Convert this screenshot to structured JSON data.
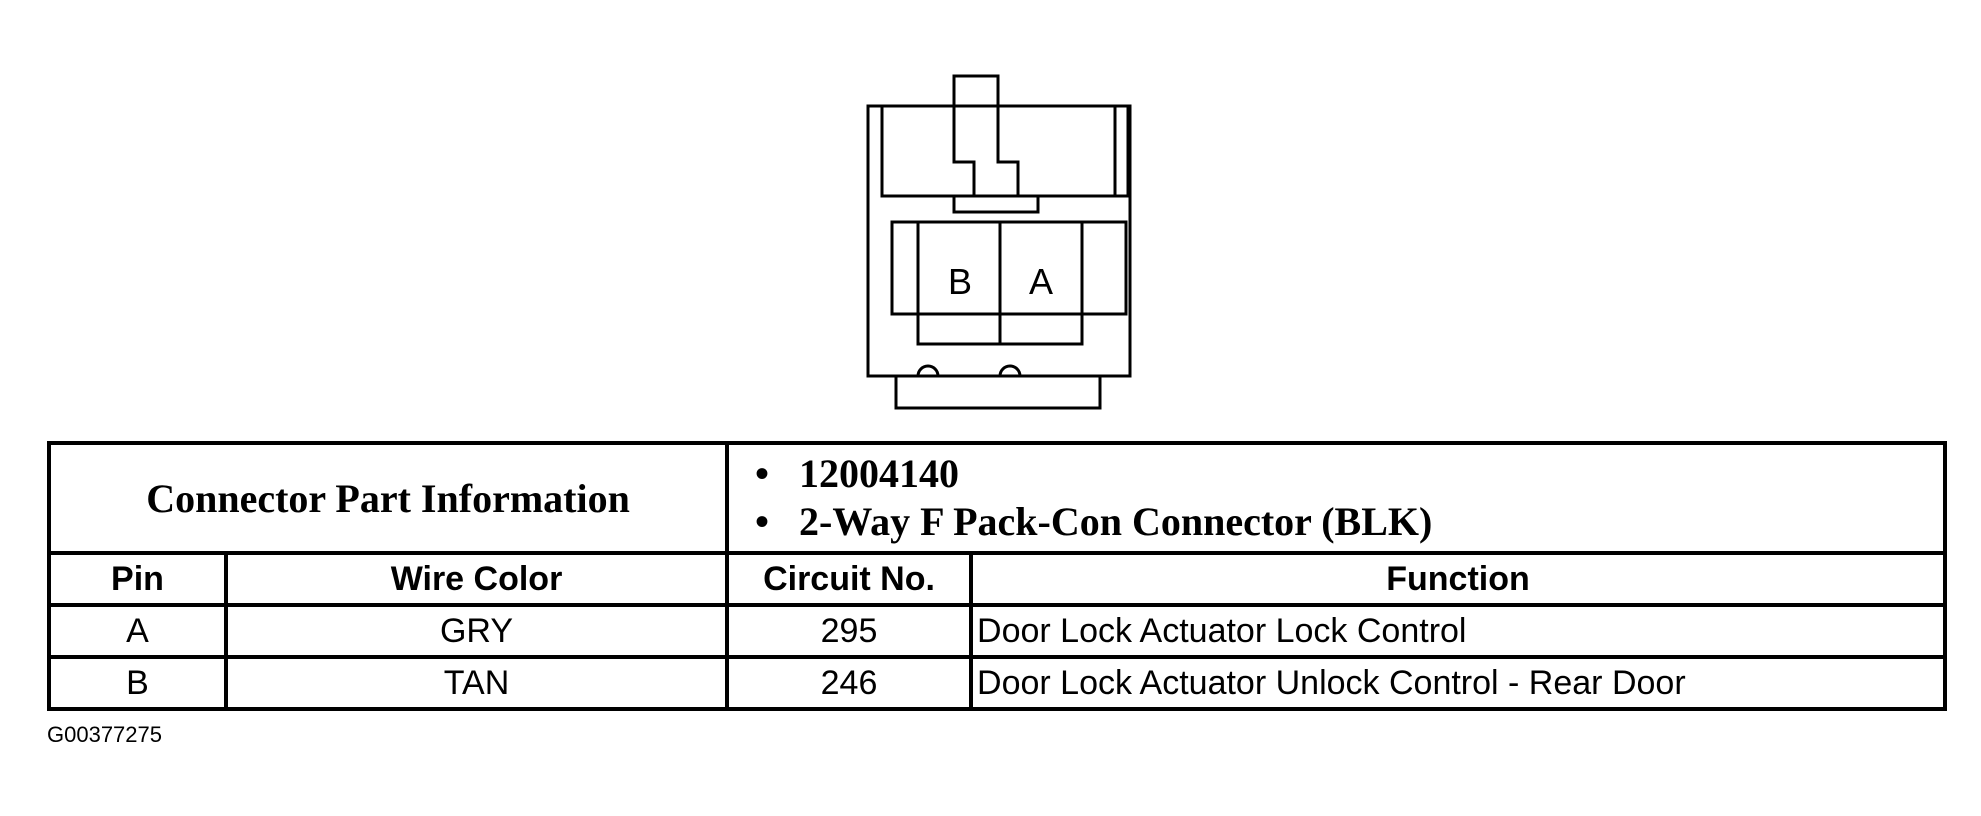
{
  "connector_drawing": {
    "cavity_labels": [
      "B",
      "A"
    ]
  },
  "connector_info": {
    "title": "Connector Part Information",
    "details": [
      "12004140",
      "2-Way F Pack-Con Connector (BLK)"
    ]
  },
  "table": {
    "headers": [
      "Pin",
      "Wire Color",
      "Circuit No.",
      "Function"
    ],
    "rows": [
      [
        "A",
        "GRY",
        "295",
        "Door Lock Actuator Lock Control"
      ],
      [
        "B",
        "TAN",
        "246",
        "Door Lock Actuator Unlock Control - Rear Door"
      ]
    ]
  },
  "figure_id": "G00377275"
}
